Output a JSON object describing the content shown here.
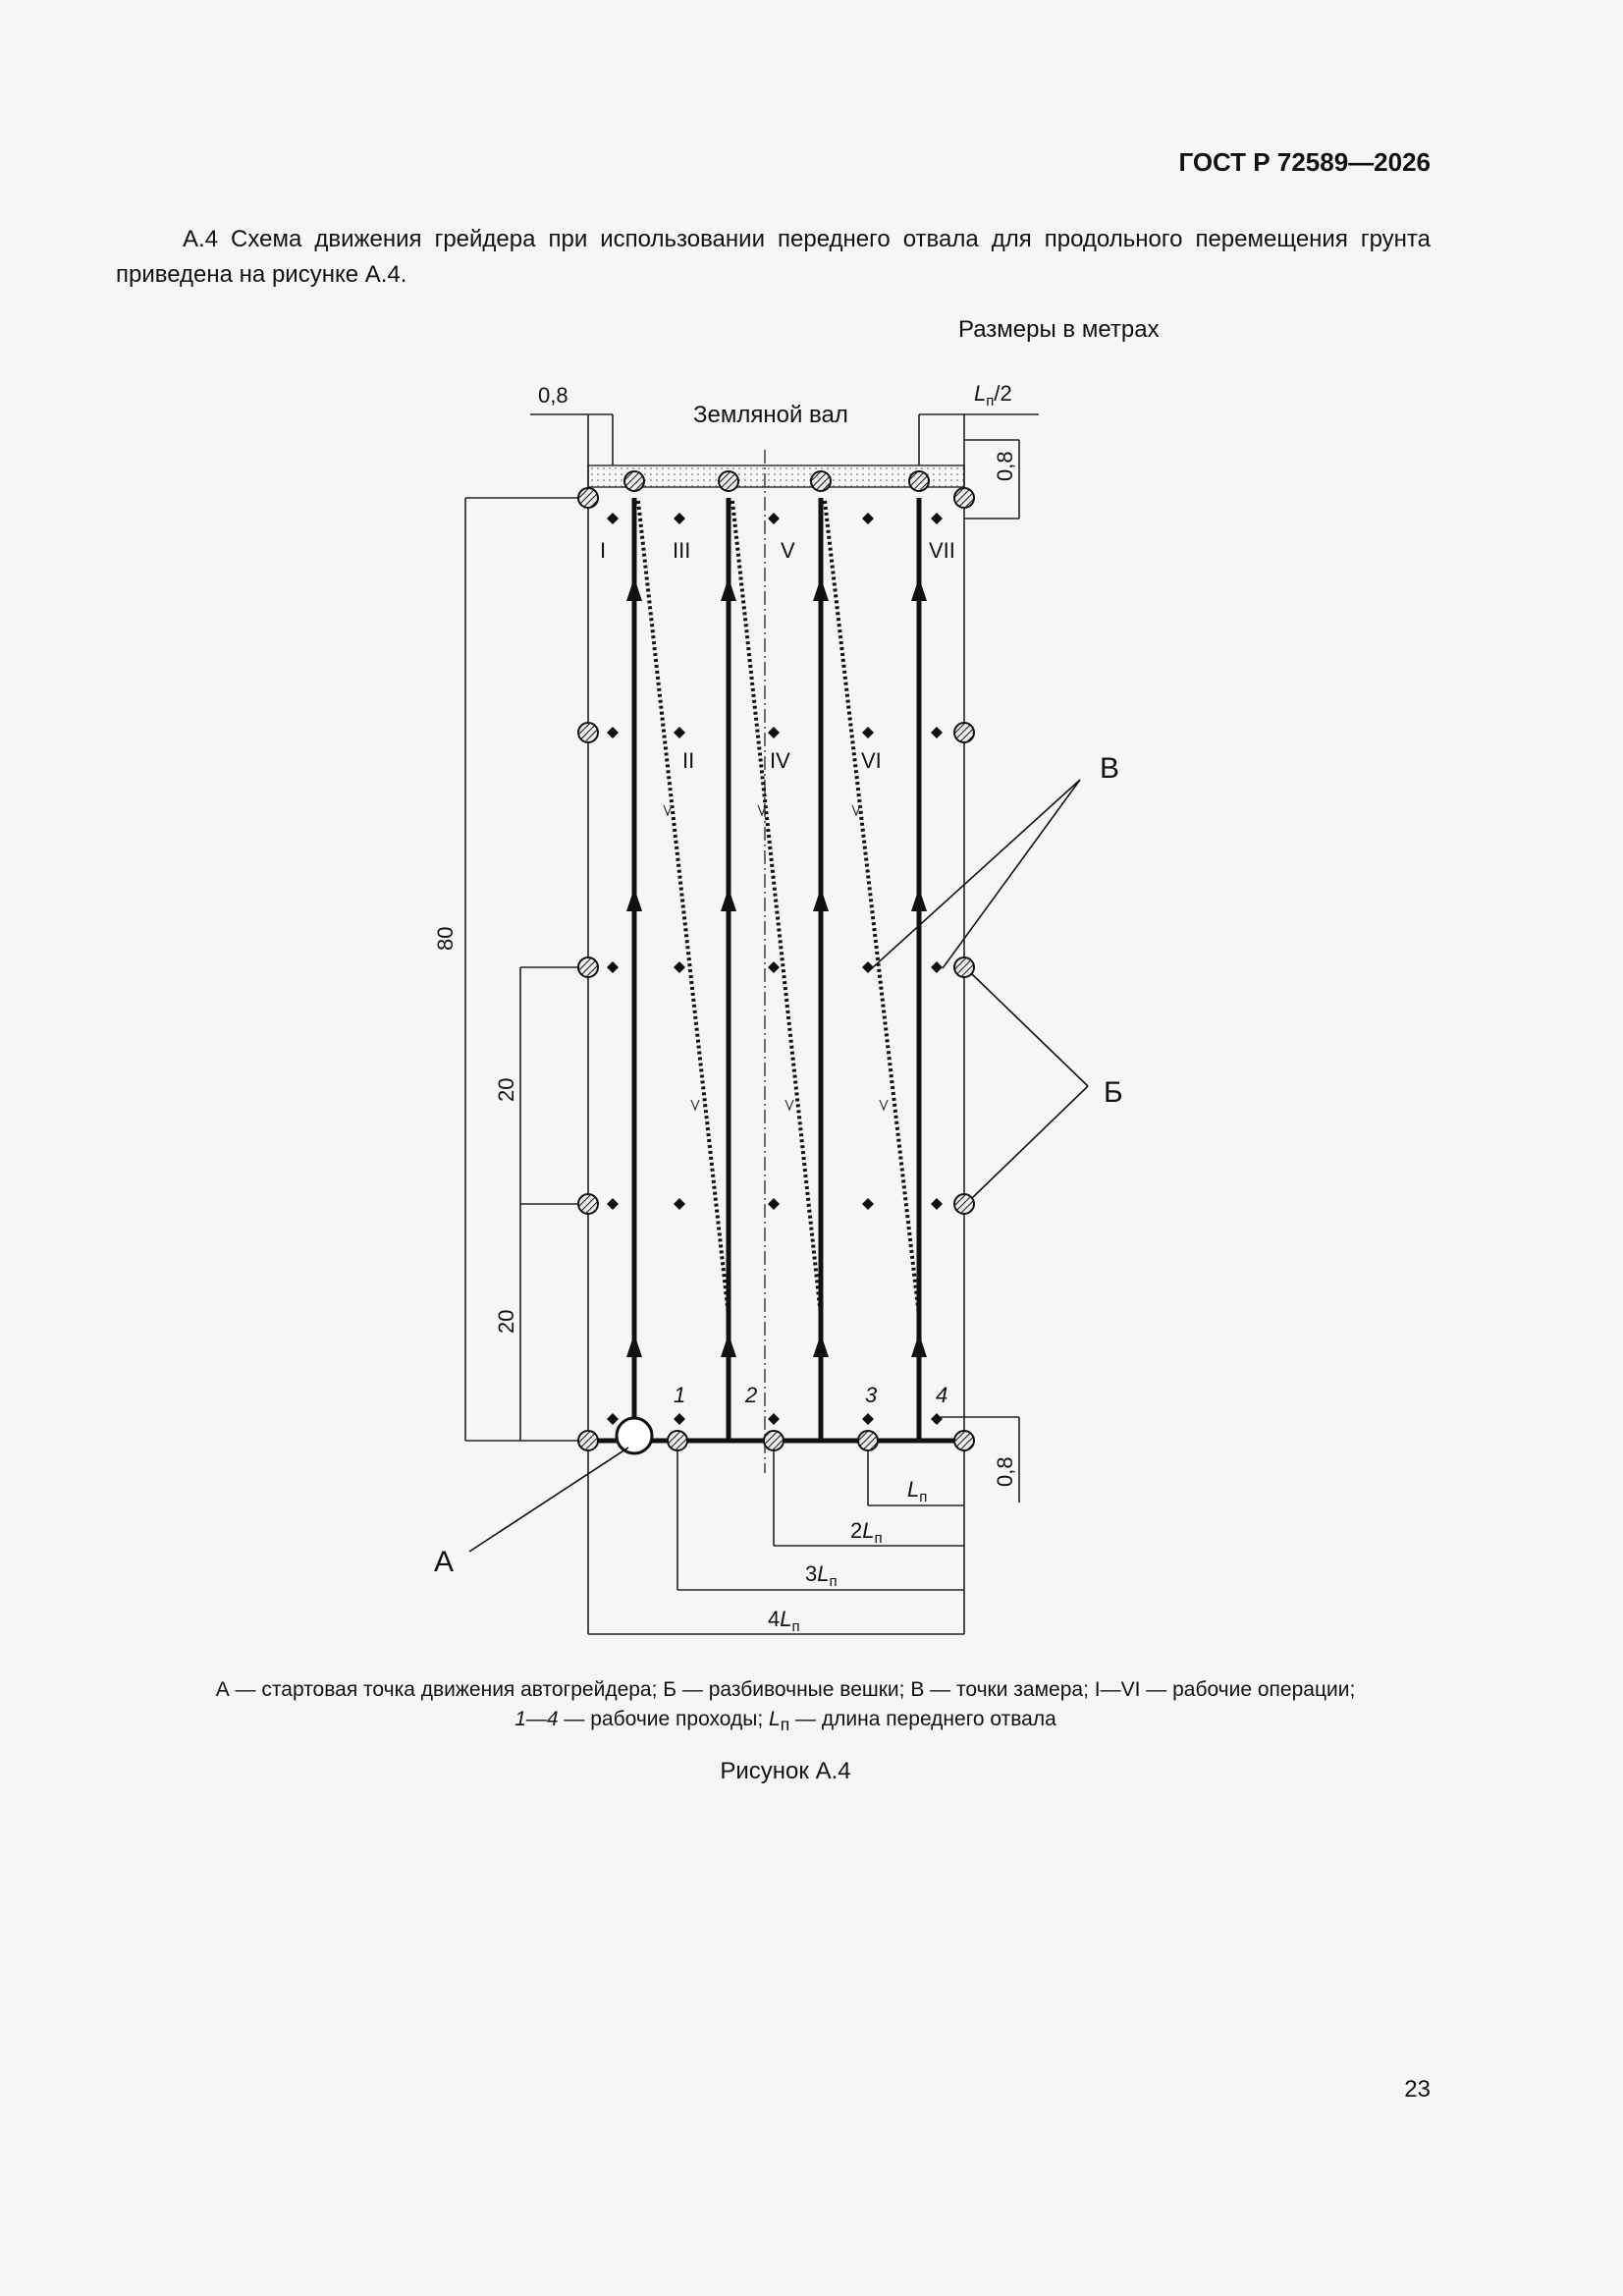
{
  "header": {
    "code": "ГОСТ Р 72589—2026"
  },
  "paragraph": "А.4 Схема движения грейдера при использовании переднего отвала для продольного перемещения грунта приведена на рисунке А.4.",
  "units_note": "Размеры в метрах",
  "figure": {
    "earth_bank_label": "Земляной вал",
    "dim_top_left": "0,8",
    "dim_top_right_base": "L",
    "dim_top_right_sub": "п",
    "dim_top_right_suffix": "/2",
    "dim_right_top": "0,8",
    "dim_right_bottom": "0,8",
    "dim_total": "80",
    "dim_segment_1": "20",
    "dim_segment_2": "20",
    "operations_top": [
      "I",
      "III",
      "V",
      "VII"
    ],
    "operations_mid": [
      "II",
      "IV",
      "VI"
    ],
    "passes": [
      "1",
      "2",
      "3",
      "4"
    ],
    "label_A": "А",
    "label_B_stakes": "Б",
    "label_V_points": "В",
    "bottom_dims": [
      {
        "prefix": "",
        "base": "L",
        "sub": "п"
      },
      {
        "prefix": "2",
        "base": "L",
        "sub": "п"
      },
      {
        "prefix": "3",
        "base": "L",
        "sub": "п"
      },
      {
        "prefix": "4",
        "base": "L",
        "sub": "п"
      }
    ]
  },
  "caption": {
    "line1": "А — стартовая точка движения автогрейдера; Б — разбивочные вешки; В — точки замера; I—VI — рабочие операции;",
    "line2_italic": "1—4",
    "line2_a": " — рабочие проходы; ",
    "line2_L": "L",
    "line2_sub": "п",
    "line2_b": " — длина переднего отвала"
  },
  "figure_title": "Рисунок А.4",
  "page_number": "23"
}
